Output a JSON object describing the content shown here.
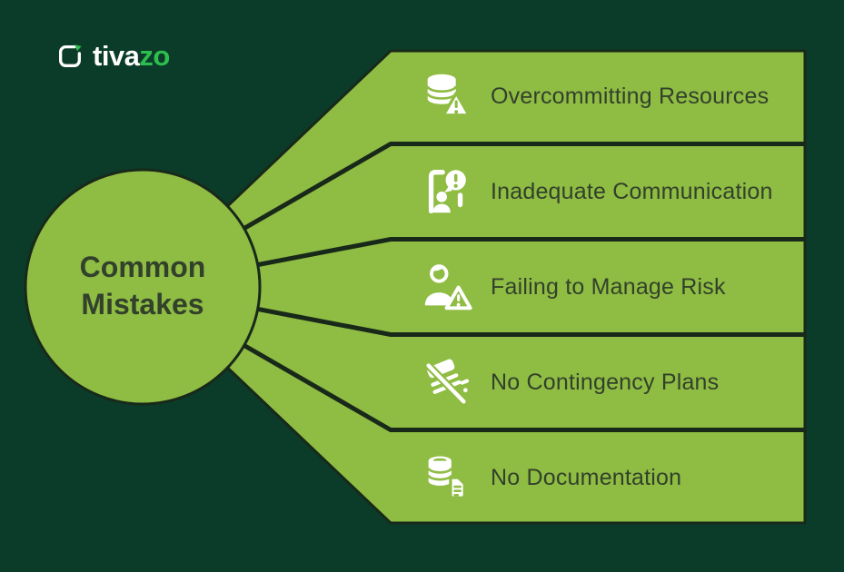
{
  "logo": {
    "brand_prefix": "tiva",
    "brand_suffix": "zo"
  },
  "center_node": {
    "line1": "Common",
    "line2": "Mistakes"
  },
  "items": [
    {
      "label": "Overcommitting Resources",
      "icon": "database-warning-icon"
    },
    {
      "label": "Inadequate Communication",
      "icon": "person-speech-alert-icon"
    },
    {
      "label": "Failing to Manage Risk",
      "icon": "person-warning-icon"
    },
    {
      "label": "No Contingency Plans",
      "icon": "layers-slash-icon"
    },
    {
      "label": "No Documentation",
      "icon": "database-document-icon"
    }
  ],
  "colors": {
    "background": "#0B3C29",
    "panel_green": "#8FBC43",
    "outline_dark": "#18291A",
    "text_dark": "#32412B",
    "logo_green": "#2EBE4E",
    "icon_white": "#FFFFFF"
  }
}
